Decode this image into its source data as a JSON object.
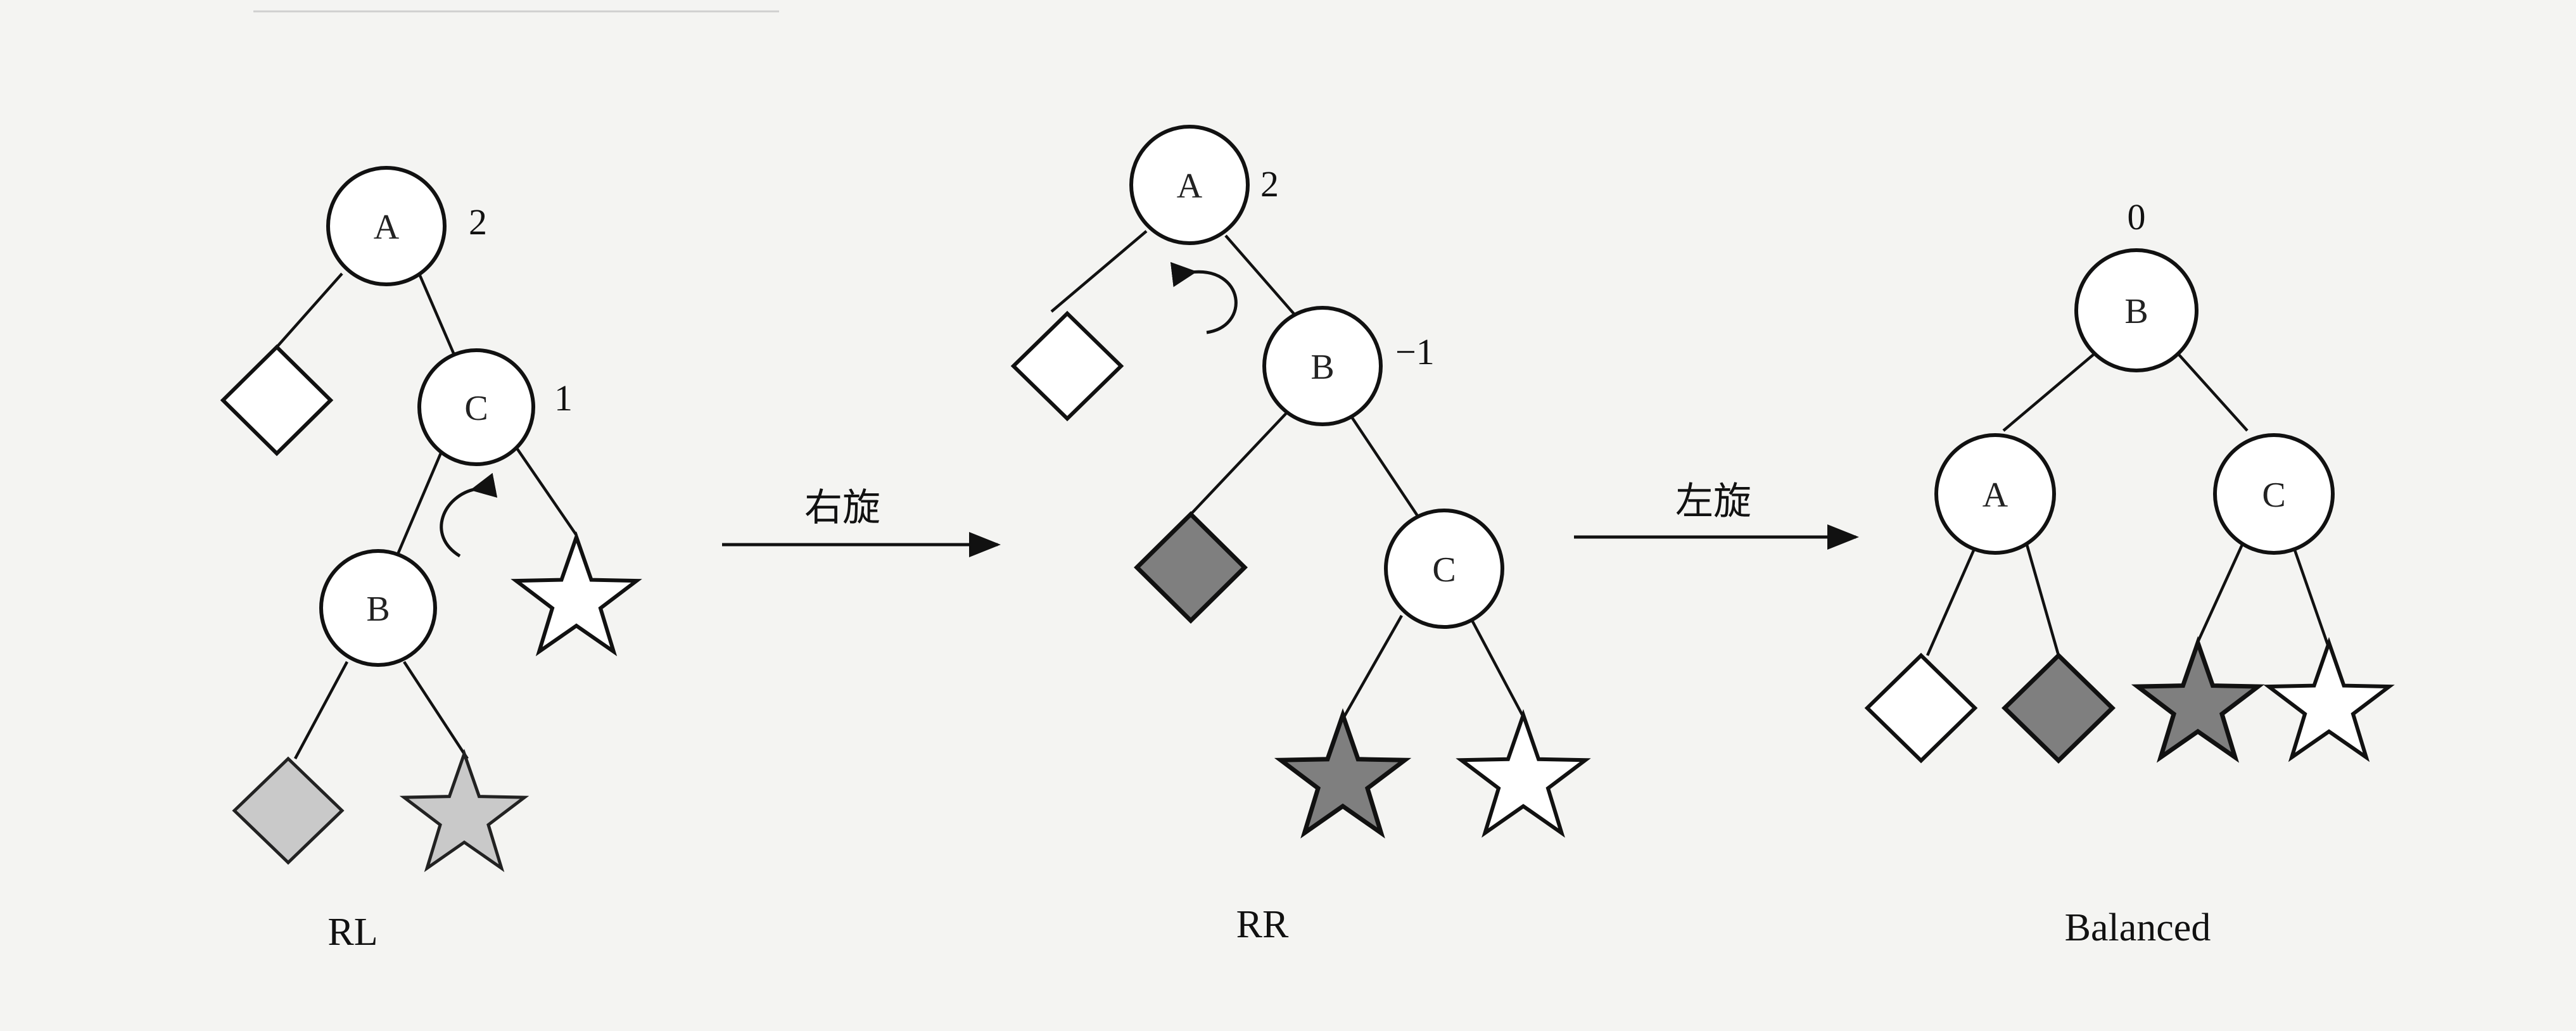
{
  "arrows": {
    "right_rotation": "右旋",
    "left_rotation": "左旋"
  },
  "trees": [
    {
      "caption": "RL",
      "nodes": [
        {
          "label": "A",
          "balance": "2"
        },
        {
          "label": "C",
          "balance": "1"
        },
        {
          "label": "B",
          "balance": ""
        }
      ]
    },
    {
      "caption": "RR",
      "nodes": [
        {
          "label": "A",
          "balance": "2"
        },
        {
          "label": "B",
          "balance": "−1"
        },
        {
          "label": "C",
          "balance": ""
        }
      ]
    },
    {
      "caption": "Balanced",
      "nodes": [
        {
          "label": "B",
          "balance": "0"
        },
        {
          "label": "A",
          "balance": ""
        },
        {
          "label": "C",
          "balance": ""
        }
      ]
    }
  ]
}
